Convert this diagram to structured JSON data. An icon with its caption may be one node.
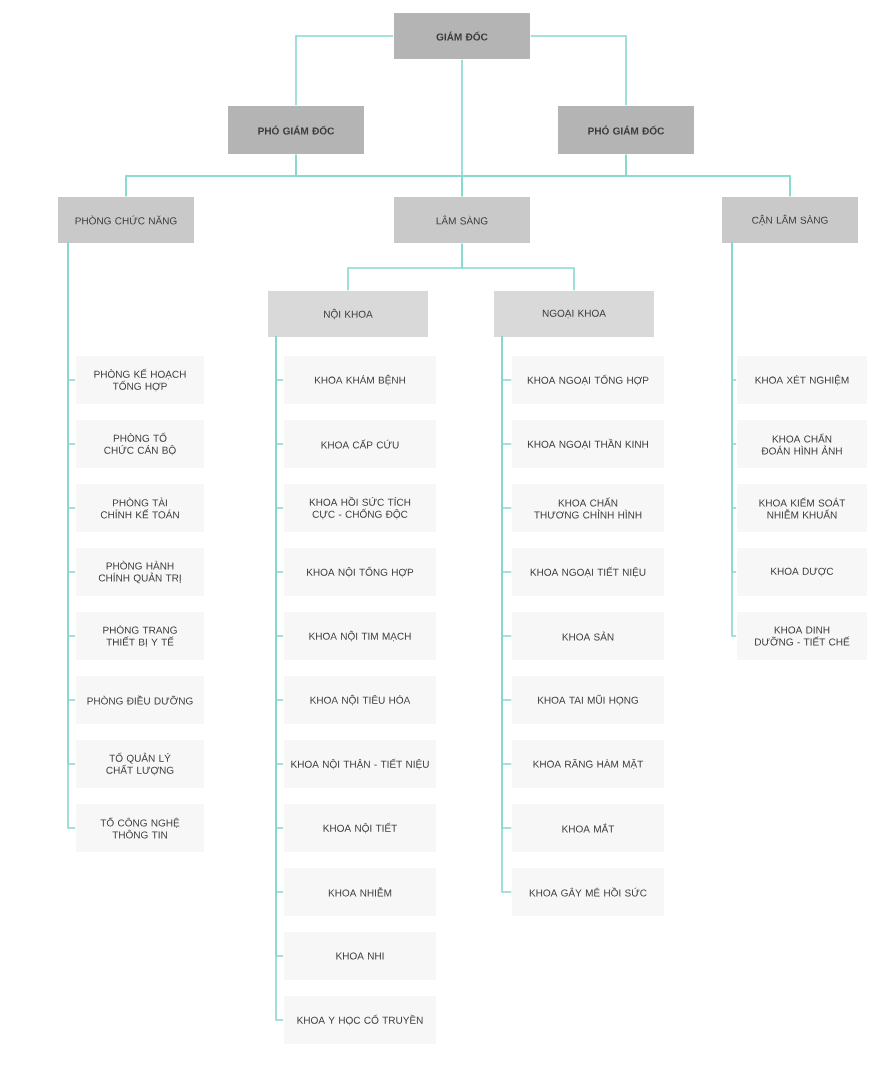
{
  "diagram": {
    "nodes": [
      {
        "text": [
          "GIÁM ĐỐC"
        ]
      },
      {
        "text": [
          "PHÓ GIÁM ĐỐC"
        ]
      },
      {
        "text": [
          "PHÓ GIÁM ĐỐC"
        ]
      },
      {
        "text": [
          "PHÒNG CHỨC NĂNG"
        ]
      },
      {
        "text": [
          "LÂM SÀNG"
        ]
      },
      {
        "text": [
          "CẬN LÂM SÀNG"
        ]
      },
      {
        "text": [
          "NỘI KHOA"
        ]
      },
      {
        "text": [
          "NGOẠI KHOA"
        ]
      },
      {
        "text": [
          "PHÒNG KẾ HOẠCH TỔNG HỢP"
        ]
      },
      {
        "text": [
          "PHÒNG TỔ CHỨC CÁN BỘ"
        ]
      },
      {
        "text": [
          "PHÒNG TÀI CHÍNH KẾ TOÁN"
        ]
      },
      {
        "text": [
          "PHÒNG HÀNH CHÍNH QUẢN TRỊ"
        ]
      },
      {
        "text": [
          "PHÒNG TRANG THIẾT BỊ Y TẾ"
        ]
      },
      {
        "text": [
          "PHÒNG ĐIỀU DƯỠNG"
        ]
      },
      {
        "text": [
          "TỔ QUẢN LÝ CHẤT LƯỢNG"
        ]
      },
      {
        "text": [
          "TỔ CÔNG NGHỆ THÔNG TIN"
        ]
      },
      {
        "text": [
          "KHOA KHÁM BỆNH"
        ]
      },
      {
        "text": [
          "KHOA CẤP CỨU"
        ]
      },
      {
        "text": [
          "KHOA HỒI SỨC TÍCH CỰC - CHỐNG ĐỘC"
        ]
      },
      {
        "text": [
          "KHOA NỘI TỔNG HỢP"
        ]
      },
      {
        "text": [
          "KHOA NỘI TIM MẠCH"
        ]
      },
      {
        "text": [
          "KHOA NỘI TIÊU HÓA"
        ]
      },
      {
        "text": [
          "KHOA NỘI THẬN - TIẾT NIỆU"
        ]
      },
      {
        "text": [
          "KHOA NỘI TIẾT"
        ]
      },
      {
        "text": [
          "KHOA NHIỄM"
        ]
      },
      {
        "text": [
          "KHOA NHI"
        ]
      },
      {
        "text": [
          "KHOA Y HỌC CỔ TRUYỀN"
        ]
      },
      {
        "text": [
          "KHOA NGOẠI TỔNG HỢP"
        ]
      },
      {
        "text": [
          "KHOA NGOẠI THẦN KINH"
        ]
      },
      {
        "text": [
          "KHOA CHẤN THƯƠNG CHỈNH HÌNH"
        ]
      },
      {
        "text": [
          "KHOA NGOẠI TIẾT NIỆU"
        ]
      },
      {
        "text": [
          "KHOA SẢN"
        ]
      },
      {
        "text": [
          "KHOA TAI MŨI HỌNG"
        ]
      },
      {
        "text": [
          "KHOA RĂNG HÀM MẶT"
        ]
      },
      {
        "text": [
          "KHOA MẮT"
        ]
      },
      {
        "text": [
          "KHOA GÂY MÊ HỒI SỨC"
        ]
      },
      {
        "text": [
          "KHOA XÉT NGHIỆM"
        ]
      },
      {
        "text": [
          "KHOA CHẨN ĐOÁN HÌNH ẢNH"
        ]
      },
      {
        "text": [
          "KHOA KIỂM SOÁT NHIỄM KHUẨN"
        ]
      },
      {
        "text": [
          "KHOA DƯỢC"
        ]
      },
      {
        "text": [
          "KHOA DINH DƯỠNG - TIẾT CHẾ"
        ]
      }
    ],
    "edges": [
      {
        "from": 0,
        "to": 1,
        "arrow": "none"
      },
      {
        "from": 0,
        "to": 2,
        "arrow": "none"
      },
      {
        "from": 0,
        "to": 4,
        "arrow": "none"
      },
      {
        "from": 1,
        "to": 3,
        "arrow": "none"
      },
      {
        "from": 1,
        "to": 4,
        "arrow": "none"
      },
      {
        "from": 1,
        "to": 5,
        "arrow": "none"
      },
      {
        "from": 2,
        "to": 3,
        "arrow": "none"
      },
      {
        "from": 2,
        "to": 4,
        "arrow": "none"
      },
      {
        "from": 2,
        "to": 5,
        "arrow": "none"
      },
      {
        "from": 4,
        "to": 6,
        "arrow": "none"
      },
      {
        "from": 4,
        "to": 7,
        "arrow": "none"
      },
      {
        "from": 3,
        "to": 8,
        "arrow": "none"
      },
      {
        "from": 3,
        "to": 9,
        "arrow": "none"
      },
      {
        "from": 3,
        "to": 10,
        "arrow": "none"
      },
      {
        "from": 3,
        "to": 11,
        "arrow": "none"
      },
      {
        "from": 3,
        "to": 12,
        "arrow": "none"
      },
      {
        "from": 3,
        "to": 13,
        "arrow": "none"
      },
      {
        "from": 3,
        "to": 14,
        "arrow": "none"
      },
      {
        "from": 3,
        "to": 15,
        "arrow": "none"
      },
      {
        "from": 6,
        "to": 16,
        "arrow": "none"
      },
      {
        "from": 6,
        "to": 17,
        "arrow": "none"
      },
      {
        "from": 6,
        "to": 18,
        "arrow": "none"
      },
      {
        "from": 6,
        "to": 19,
        "arrow": "none"
      },
      {
        "from": 6,
        "to": 20,
        "arrow": "none"
      },
      {
        "from": 6,
        "to": 21,
        "arrow": "none"
      },
      {
        "from": 6,
        "to": 22,
        "arrow": "none"
      },
      {
        "from": 6,
        "to": 23,
        "arrow": "none"
      },
      {
        "from": 6,
        "to": 24,
        "arrow": "none"
      },
      {
        "from": 6,
        "to": 25,
        "arrow": "none"
      },
      {
        "from": 6,
        "to": 26,
        "arrow": "none"
      },
      {
        "from": 7,
        "to": 27,
        "arrow": "none"
      },
      {
        "from": 7,
        "to": 28,
        "arrow": "none"
      },
      {
        "from": 7,
        "to": 29,
        "arrow": "none"
      },
      {
        "from": 7,
        "to": 30,
        "arrow": "none"
      },
      {
        "from": 7,
        "to": 31,
        "arrow": "none"
      },
      {
        "from": 7,
        "to": 32,
        "arrow": "none"
      },
      {
        "from": 7,
        "to": 33,
        "arrow": "none"
      },
      {
        "from": 7,
        "to": 34,
        "arrow": "none"
      },
      {
        "from": 7,
        "to": 35,
        "arrow": "none"
      },
      {
        "from": 5,
        "to": 36,
        "arrow": "none"
      },
      {
        "from": 5,
        "to": 37,
        "arrow": "none"
      },
      {
        "from": 5,
        "to": 38,
        "arrow": "none"
      },
      {
        "from": 5,
        "to": 39,
        "arrow": "none"
      },
      {
        "from": 5,
        "to": 40,
        "arrow": "none"
      }
    ]
  }
}
